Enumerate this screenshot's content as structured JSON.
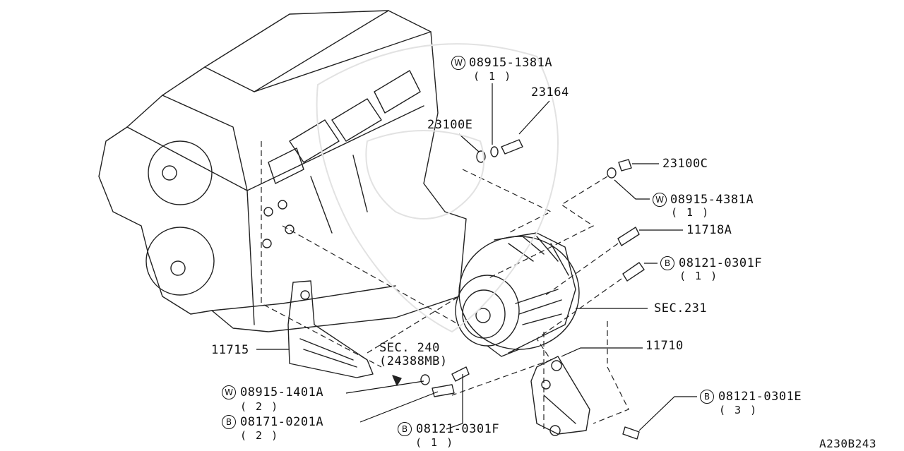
{
  "diagram": {
    "figure_id": "A230B243",
    "callouts": [
      {
        "code": "W",
        "part": "08915-1381A",
        "qty": "( 1 )"
      },
      {
        "part": "23164"
      },
      {
        "part": "23100E"
      },
      {
        "part": "23100C"
      },
      {
        "code": "W",
        "part": "08915-4381A",
        "qty": "( 1 )"
      },
      {
        "part": "11718A"
      },
      {
        "code": "B",
        "part": "08121-0301F",
        "qty": "( 1 )"
      },
      {
        "part": "SEC.231"
      },
      {
        "part": "11710"
      },
      {
        "code": "B",
        "part": "08121-0301E",
        "qty": "( 3 )"
      },
      {
        "part": "11715"
      },
      {
        "part": "SEC. 240"
      },
      {
        "part": "(24388MB)"
      },
      {
        "code": "W",
        "part": "08915-1401A",
        "qty": "( 2 )"
      },
      {
        "code": "B",
        "part": "08171-0201A",
        "qty": "( 2 )"
      },
      {
        "code": "B",
        "part": "08121-0301F",
        "qty": "( 1 )"
      }
    ]
  }
}
